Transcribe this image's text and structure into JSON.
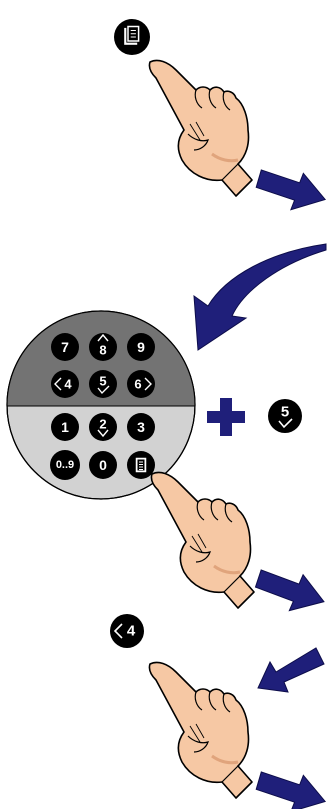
{
  "colors": {
    "arrow": "#1f1f7a",
    "arrow_shade": "#0d0d4a",
    "skin": "#f6c8a4",
    "skin_shade": "#e0a47c",
    "outline": "#000000",
    "keypad_top": "#737373",
    "keypad_bottom": "#d2d2d2",
    "key": "#000000",
    "key_text": "#ffffff"
  },
  "keypad": {
    "rows": [
      [
        {
          "label": "7",
          "icon": null
        },
        {
          "label": "8",
          "icon": "up-arrow-icon"
        },
        {
          "label": "9",
          "icon": null
        }
      ],
      [
        {
          "label": "4",
          "icon": "left-arrow-icon"
        },
        {
          "label": "5",
          "icon": "check-icon"
        },
        {
          "label": "6",
          "icon": "right-arrow-icon"
        }
      ],
      [
        {
          "label": "1",
          "icon": null
        },
        {
          "label": "2",
          "icon": "down-arrow-icon"
        },
        {
          "label": "3",
          "icon": null
        }
      ],
      [
        {
          "label": "0..9",
          "icon": null
        },
        {
          "label": "0",
          "icon": null
        },
        {
          "label": "",
          "icon": "document-icon"
        }
      ]
    ]
  },
  "step1": {
    "button_icon": "document-icon"
  },
  "step2": {
    "plus_icon": "plus-icon",
    "combo_key_label": "5",
    "combo_key_icon": "check-icon"
  },
  "step3": {
    "key_label": "4",
    "key_icon": "left-arrow-icon"
  }
}
